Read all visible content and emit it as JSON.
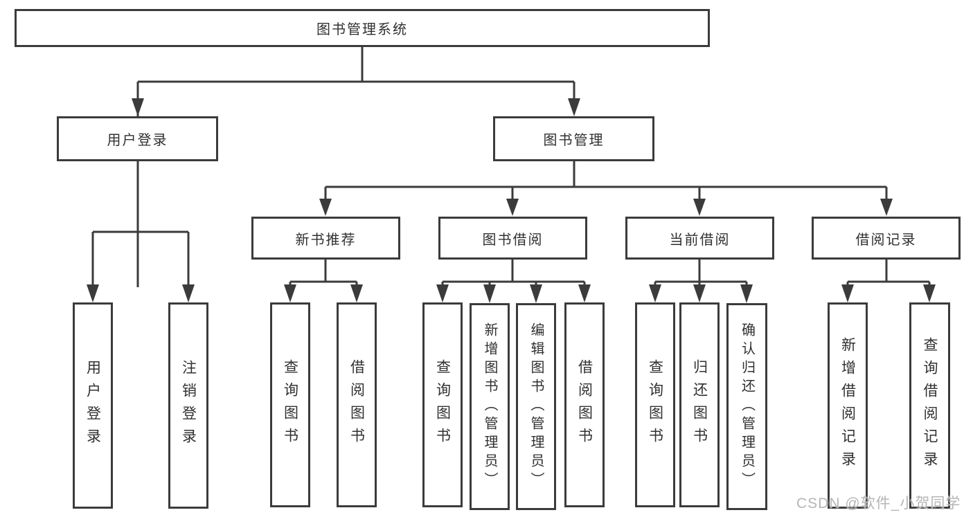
{
  "title": {
    "label": "图书管理系统"
  },
  "level2": [
    {
      "label": "用户登录"
    },
    {
      "label": "图书管理"
    }
  ],
  "level3": [
    {
      "label": "新书推荐"
    },
    {
      "label": "图书借阅"
    },
    {
      "label": "当前借阅"
    },
    {
      "label": "借阅记录"
    }
  ],
  "level4": {
    "user_login_children": [
      {
        "label": "用户登录"
      },
      {
        "label": "注销登录"
      }
    ],
    "new_book_children": [
      {
        "label": "查询图书"
      },
      {
        "label": "借阅图书"
      }
    ],
    "book_borrow_children": [
      {
        "label": "查询图书"
      },
      {
        "label": "新增图书（管理员）"
      },
      {
        "label": "编辑图书（管理员）"
      },
      {
        "label": "借阅图书"
      }
    ],
    "current_borrow_children": [
      {
        "label": "查询图书"
      },
      {
        "label": "归还图书"
      },
      {
        "label": "确认归还（管理员）"
      }
    ],
    "borrow_record_children": [
      {
        "label": "新增借阅记录"
      },
      {
        "label": "查询借阅记录"
      }
    ]
  },
  "watermark": {
    "text": "CSDN @软件_小贺同学"
  },
  "colors": {
    "line": "#3b3b3b",
    "text": "#303030",
    "background": "#ffffff",
    "watermark": "#b5b5b5"
  }
}
